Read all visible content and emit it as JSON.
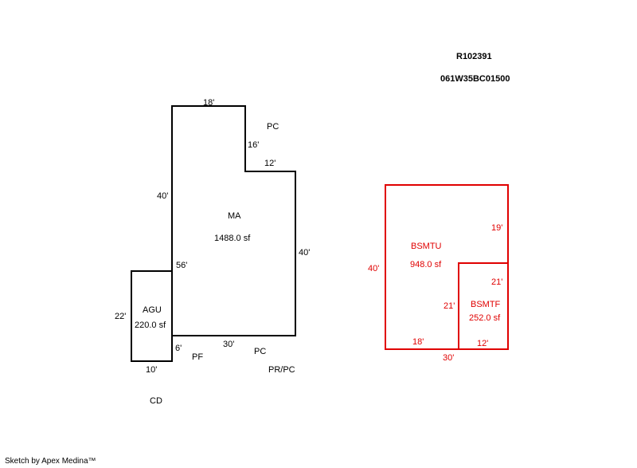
{
  "header": {
    "parcel_id": "R102391",
    "map_number": "061W35BC01500"
  },
  "black_sketch": {
    "main_area": {
      "code": "MA",
      "area": "1488.0 sf"
    },
    "garage": {
      "code": "AGU",
      "area": "220.0 sf"
    },
    "dimensions": {
      "top": "18'",
      "notch_vertical": "16'",
      "notch_horizontal": "12'",
      "left_upper": "40'",
      "left_inner": "56'",
      "right": "40'",
      "bottom": "30'",
      "garage_left": "22'",
      "garage_bottom": "10'",
      "garage_step": "6'"
    },
    "codes": {
      "pc_top": "PC",
      "pc_bottom": "PC",
      "pf": "PF",
      "pr_pc": "PR/PC",
      "cd": "CD"
    }
  },
  "red_sketch": {
    "unfinished": {
      "code": "BSMTU",
      "area": "948.0 sf"
    },
    "finished": {
      "code": "BSMTF",
      "area": "252.0 sf"
    },
    "dimensions": {
      "left": "40'",
      "right_upper": "19'",
      "right_lower": "21'",
      "inner_left": "21'",
      "bottom_left": "18'",
      "bottom_right": "12'",
      "total_width": "30'"
    }
  },
  "colors": {
    "outline": "#000000",
    "basement": "#e00000"
  },
  "footer": {
    "credit": "Sketch by Apex Medina™"
  }
}
